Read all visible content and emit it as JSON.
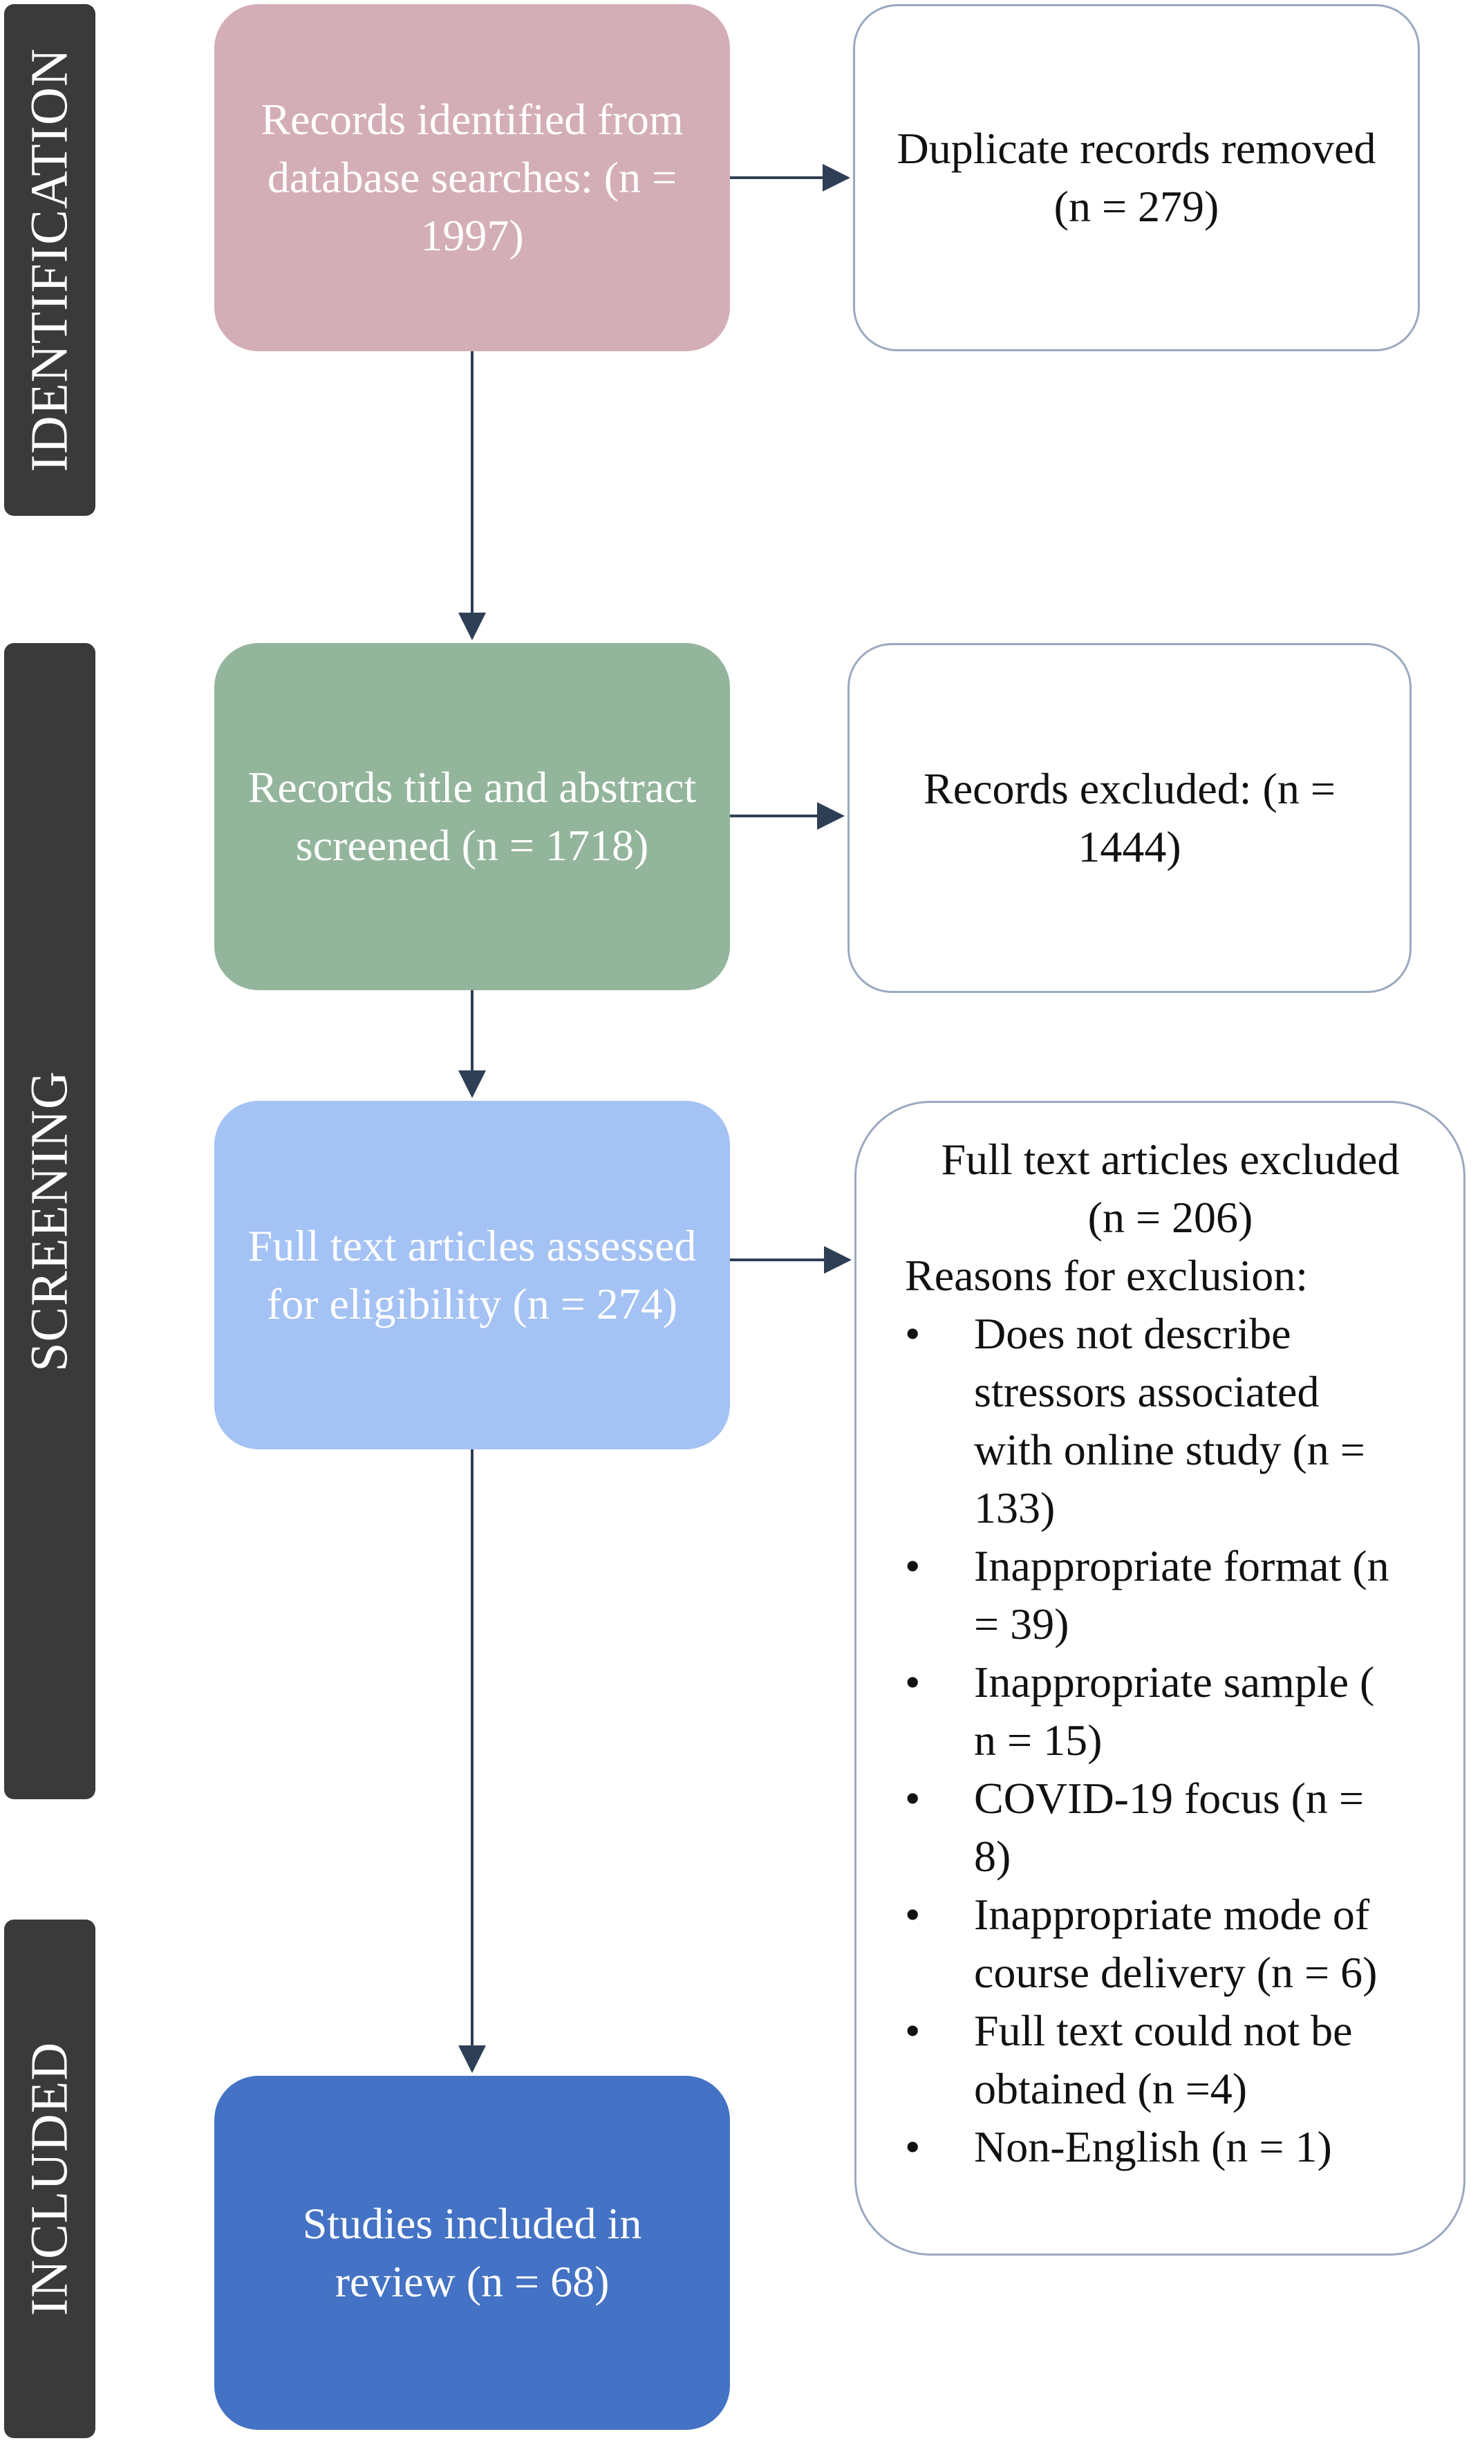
{
  "stages": {
    "identification": "IDENTIFICATION",
    "screening": "SCREENING",
    "included": "INCLUDED"
  },
  "boxes": {
    "identified": {
      "text": "Records identified from database searches: (n = 1997)",
      "color": "#d4aeb7"
    },
    "duplicates": {
      "text": "Duplicate records removed (n = 279)"
    },
    "screened": {
      "text": "Records title and abstract screened (n = 1718)",
      "color": "#93b59c"
    },
    "excluded": {
      "text": "Records excluded: (n = 1444)"
    },
    "fulltext": {
      "text": "Full text articles assessed for eligibility (n = 274)",
      "color": "#a4c2f4"
    },
    "included": {
      "text": "Studies included in review (n = 68)",
      "color": "#4472c4"
    }
  },
  "fulltext_excluded": {
    "title": "Full text articles excluded",
    "count": "(n = 206)",
    "reasons_heading": "Reasons for exclusion:",
    "reasons": [
      "Does not describe stressors associated with online study (n = 133)",
      "Inappropriate format (n = 39)",
      "Inappropriate sample ( n = 15)",
      "COVID-19 focus (n = 8)",
      "Inappropriate mode of course delivery (n = 6)",
      "Full text could not be obtained (n =4)",
      "Non-English (n = 1)"
    ]
  },
  "colors": {
    "stage_label_bg": "#3a3a3a",
    "arrow": "#2e3f55",
    "right_border": "#9aa9bf"
  }
}
